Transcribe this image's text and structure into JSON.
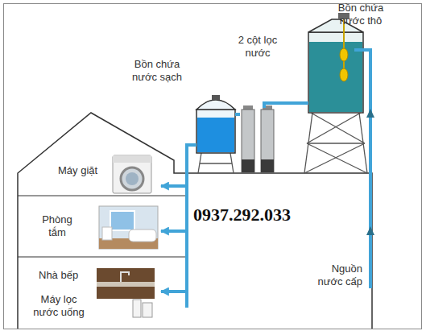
{
  "diagram": {
    "nodes": [
      {
        "text": [
          "Bồn chứa nước thô"
        ]
      },
      {
        "text": [
          "2 cột lọc nước"
        ]
      },
      {
        "text": [
          "Bồn chứa nước sạch"
        ]
      },
      {
        "text": [
          "Máy giặt"
        ]
      },
      {
        "text": [
          "Phòng tắm"
        ]
      },
      {
        "text": [
          "Nhà bếp",
          "Máy lọc nước uống"
        ]
      }
    ],
    "edges": [
      {
        "from": 0,
        "to": 1,
        "arrow": "none"
      },
      {
        "from": 1,
        "to": 2,
        "arrow": "none"
      },
      {
        "from": 2,
        "to": 3,
        "arrow": "to"
      },
      {
        "from": 2,
        "to": 4,
        "arrow": "to"
      },
      {
        "from": 2,
        "to": 5,
        "arrow": "to"
      }
    ],
    "labels": [
      "0937.292.033",
      "Nguồn nước cấp"
    ]
  }
}
